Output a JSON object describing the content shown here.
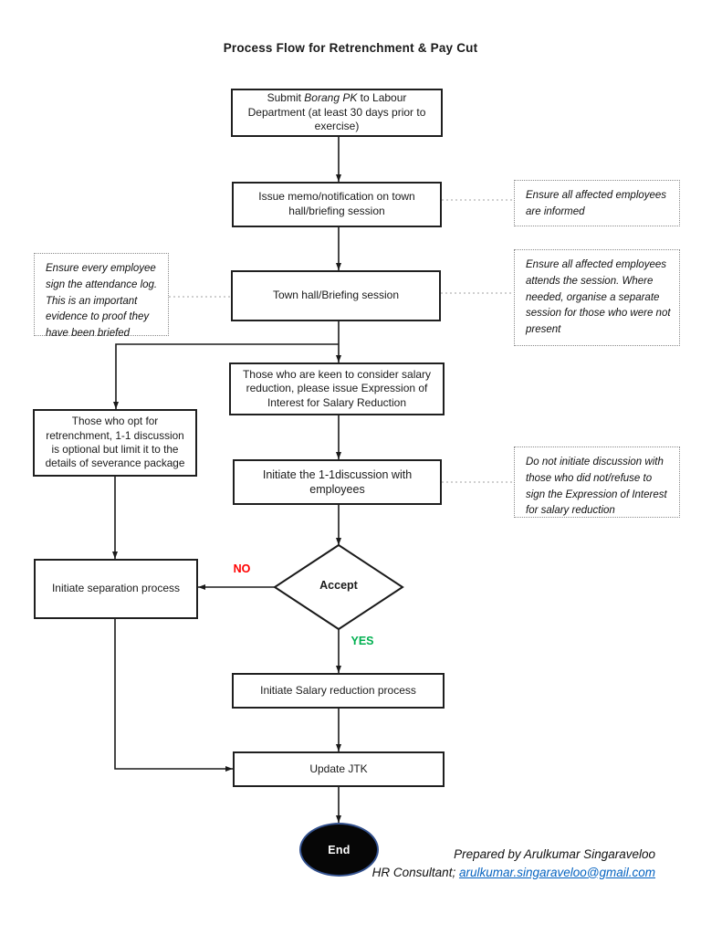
{
  "title": "Process Flow for Retrenchment & Pay Cut",
  "nodes": {
    "submit": {
      "pre": "Submit ",
      "italic": "Borang PK",
      "post": " to Labour Department (at least 30 days prior to exercise)"
    },
    "memo": "Issue memo/notification on town hall/briefing session",
    "townhall": "Town hall/Briefing session",
    "eoi": "Those who are keen to consider salary reduction, please issue Expression of Interest for Salary Reduction",
    "opt_retrenchment": "Those who opt for retrenchment, 1-1 discussion is optional but limit it to the details of severance package",
    "discussion": "Initiate the 1-1discussion with employees",
    "decision": "Accept",
    "separation": "Initiate separation process",
    "salary_reduction": "Initiate Salary reduction process",
    "update_jtk": "Update JTK",
    "end": "End"
  },
  "branch_labels": {
    "no": "NO",
    "yes": "YES"
  },
  "notes": {
    "informed": "Ensure all affected employees are informed",
    "attendance": "Ensure every employee sign the attendance log. This is an important evidence to proof they have been briefed",
    "attends": "Ensure all affected employees attends the session. Where needed, organise a separate session for those who were not present",
    "no_discussion": "Do not initiate discussion with those who did not/refuse to sign the Expression of Interest for salary reduction"
  },
  "footer": {
    "prepared_by": "Prepared by Arulkumar Singaraveloo",
    "role_prefix": "HR Consultant; ",
    "email": "arulkumar.singaraveloo@gmail.com"
  },
  "colors": {
    "no_label": "#ff0000",
    "yes_label": "#00b050",
    "link": "#0563c1",
    "line": "#1a1a1a"
  }
}
